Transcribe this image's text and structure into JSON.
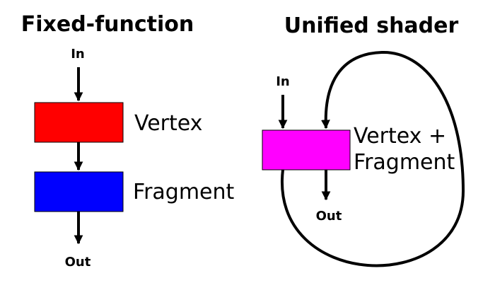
{
  "colors": {
    "vertex": "#ff0000",
    "fragment": "#0000ff",
    "unified": "#ff00ff",
    "stroke": "#000000"
  },
  "fixed_function": {
    "title": "Fixed-function",
    "input_label": "In",
    "vertex_label": "Vertex",
    "fragment_label": "Fragment",
    "output_label": "Out"
  },
  "unified_shader": {
    "title": "Unified shader",
    "input_label": "In",
    "stage_label_line1": "Vertex +",
    "stage_label_line2": "Fragment",
    "output_label": "Out"
  }
}
